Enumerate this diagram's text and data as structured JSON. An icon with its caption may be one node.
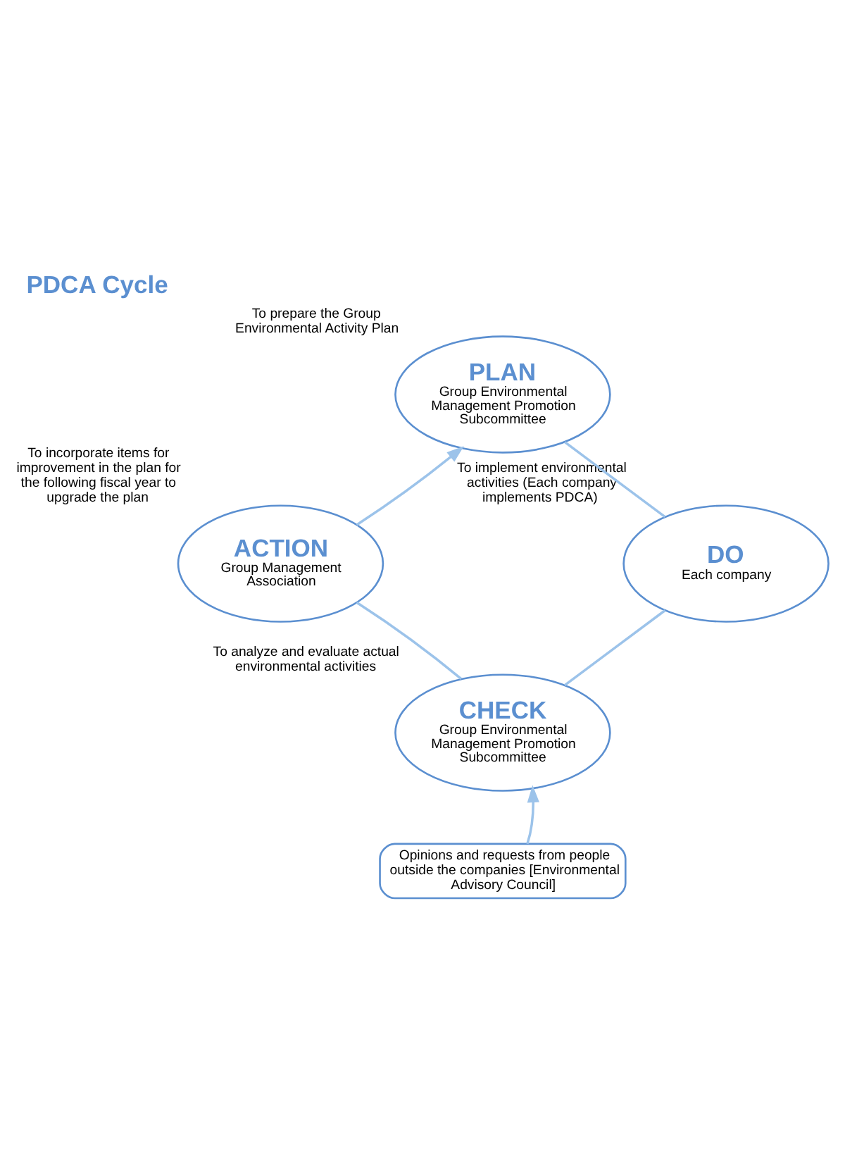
{
  "diagram": {
    "title": "PDCA Cycle",
    "nodes": [
      {
        "text": [
          "PLAN",
          "Group Environmental Management Promotion Subcommittee"
        ],
        "beside": [
          "To prepare the Group Environmental Activity Plan"
        ]
      },
      {
        "text": [
          "DO",
          "Each company"
        ],
        "beside": [
          "To implement environmental activities (Each company implements PDCA)"
        ]
      },
      {
        "text": [
          "CHECK",
          "Group Environmental Management Promotion Subcommittee"
        ],
        "beside": [
          "To analyze and evaluate actual environmental activities"
        ]
      },
      {
        "text": [
          "ACTION",
          "Group Management Association"
        ],
        "beside": [
          "To incorporate items for improvement in the plan for the following fiscal year to upgrade the plan"
        ]
      },
      {
        "text": [
          "Opinions and requests from people outside the companies [Environmental Advisory Council]"
        ]
      }
    ],
    "edges": [
      {
        "from": 0,
        "to": 1,
        "arrow": "none"
      },
      {
        "from": 1,
        "to": 2,
        "arrow": "none"
      },
      {
        "from": 2,
        "to": 3,
        "arrow": "none"
      },
      {
        "from": 3,
        "to": 0,
        "arrow": "to"
      },
      {
        "from": 4,
        "to": 2,
        "arrow": "to"
      }
    ]
  }
}
